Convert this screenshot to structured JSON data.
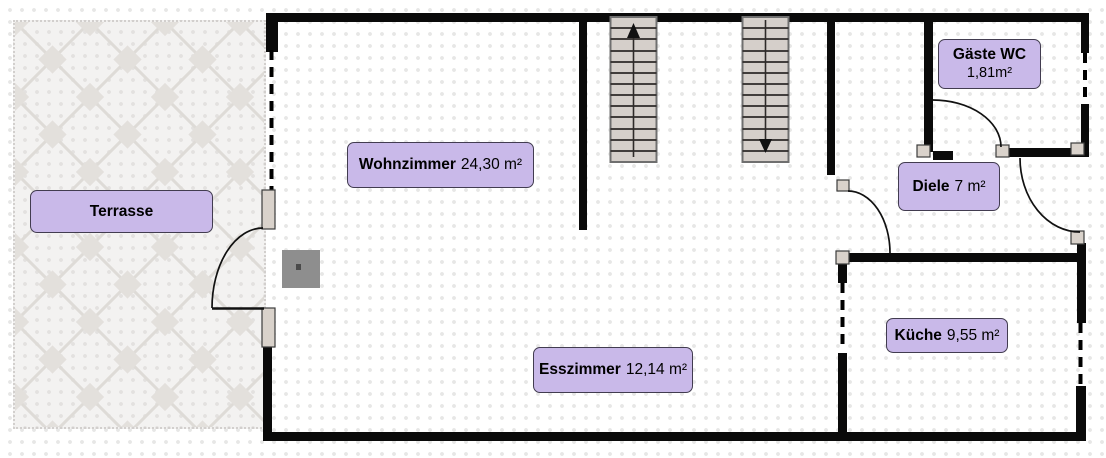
{
  "rooms": {
    "terrasse": {
      "name": "Terrasse",
      "area": ""
    },
    "wohnzimmer": {
      "name": "Wohnzimmer",
      "area": "24,30 m²"
    },
    "gaeste_wc": {
      "name": "Gäste WC",
      "area": "1,81m²"
    },
    "diele": {
      "name": "Diele",
      "area": "7 m²"
    },
    "kueche": {
      "name": "Küche",
      "area": "9,55 m²"
    },
    "esszimmer": {
      "name": "Esszimmer",
      "area": "12,14 m²"
    }
  },
  "stairs": [
    {
      "id": "left-staircase",
      "direction": "up"
    },
    {
      "id": "right-staircase",
      "direction": "down"
    }
  ],
  "colors": {
    "wall": "#0a0a0a",
    "label_bg": "#c9b9e9",
    "label_border": "#423c50",
    "stair_fill": "#d5cfca",
    "terrace_bg": "#f3f2f1",
    "jamb_fill": "#d9d2cb",
    "chimney_fill": "#8e8e8e"
  }
}
